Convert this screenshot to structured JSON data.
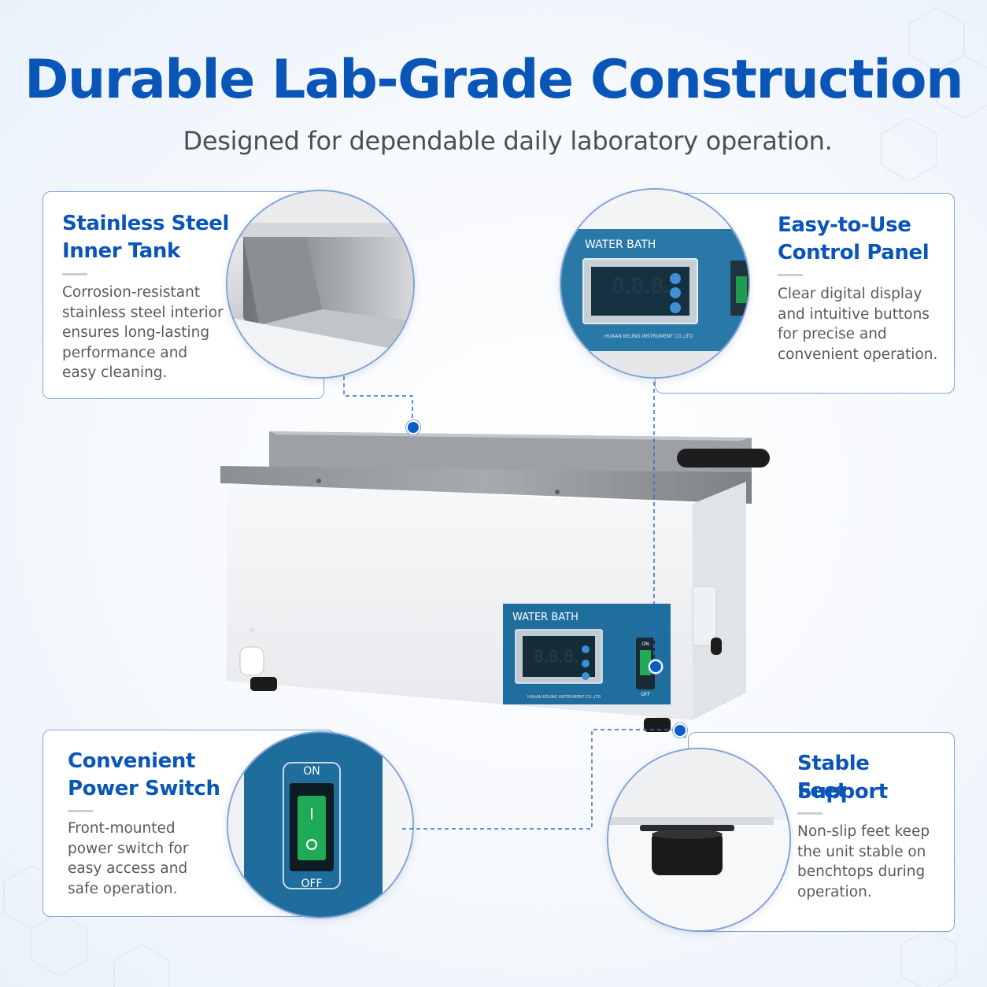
{
  "header": {
    "title": "Durable Lab-Grade Construction",
    "subtitle": "Designed for dependable daily laboratory operation."
  },
  "features": [
    {
      "title_line1": "Stainless Steel",
      "title_line2": "Inner Tank",
      "body": [
        "Corrosion-resistant",
        "stainless steel interior",
        "ensures long-lasting",
        "performance and",
        "easy cleaning."
      ]
    },
    {
      "title_line1": "Easy-to-Use",
      "title_line2": "Control Panel",
      "body": [
        "Clear digital display",
        "and intuitive buttons",
        "for precise and",
        "convenient operation."
      ]
    },
    {
      "title_line1": "Convenient",
      "title_line2": "Power Switch",
      "body": [
        "Front-mounted",
        "power switch for",
        "easy access and",
        "safe operation."
      ]
    },
    {
      "title_line1": "Stable Support",
      "title_line2": "Feet",
      "body": [
        "Non-slip feet keep",
        "the unit stable on",
        "benchtops during",
        "operation."
      ]
    }
  ],
  "device": {
    "panel_label": "WATER BATH",
    "display_digits": "8.8.8.",
    "manufacturer": "HUAAN KELING INSTRUMENT CO.,LTD",
    "switch_on": "ON",
    "switch_off": "OFF"
  },
  "colors": {
    "accent": "#0a55b8",
    "panel_blue": "#1f6e9e",
    "switch_green": "#1faa55",
    "card_border": "#7fa4d9"
  }
}
